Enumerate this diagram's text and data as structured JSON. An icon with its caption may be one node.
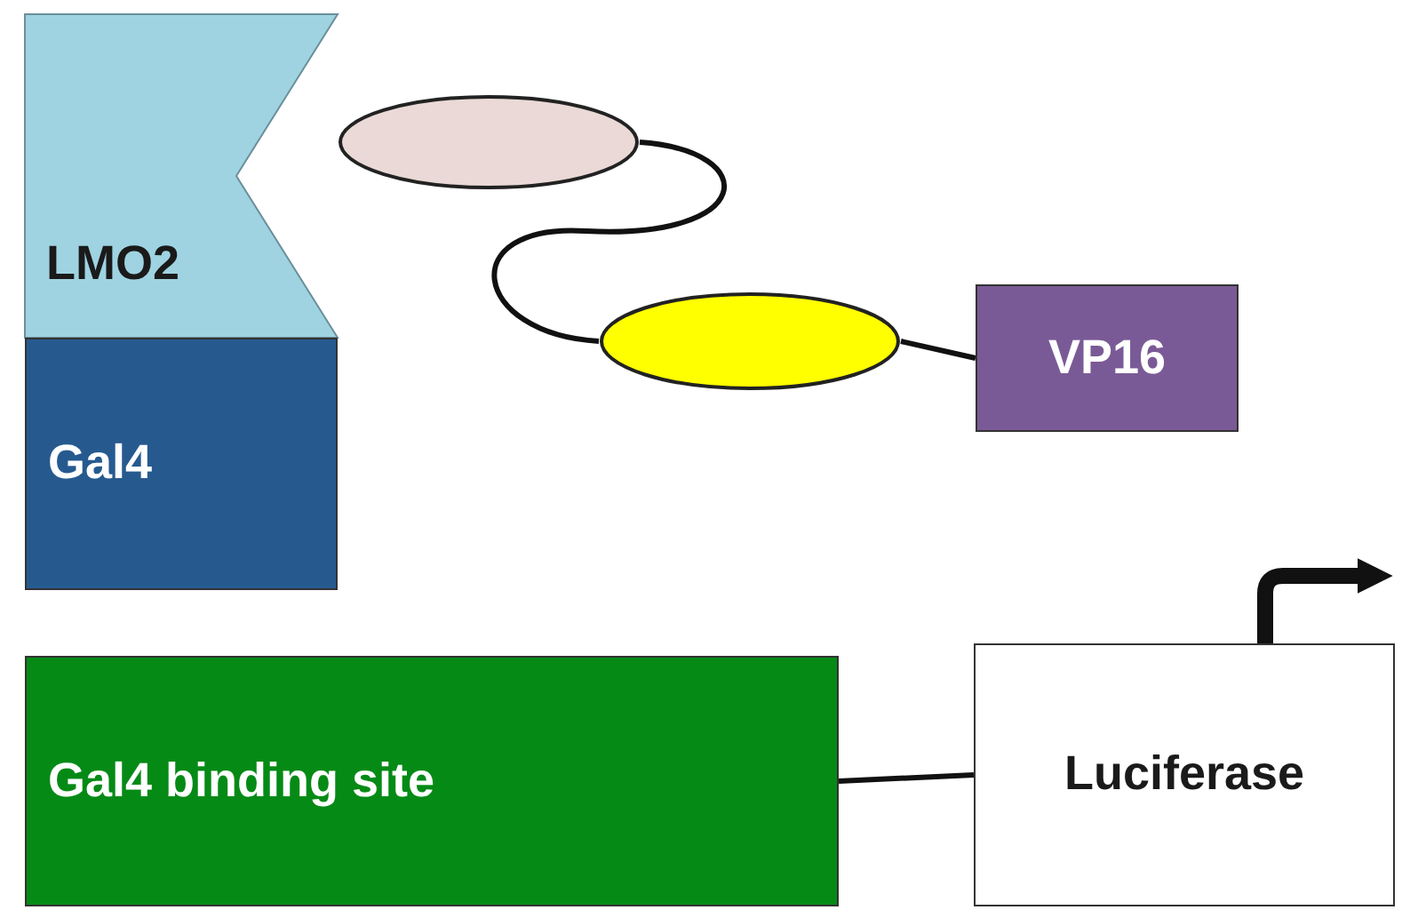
{
  "diagram": {
    "nodes": [
      {
        "text": [
          "LMO2"
        ]
      },
      {
        "text": [
          "Gal4"
        ]
      },
      {
        "text": [],
        "shape": "ellipse"
      },
      {
        "text": [],
        "shape": "ellipse"
      },
      {
        "text": [
          "VP16"
        ]
      },
      {
        "text": [
          "Gal4 binding site"
        ]
      },
      {
        "text": [
          "Luciferase"
        ]
      }
    ],
    "edges": [
      {
        "from": 2,
        "to": 3,
        "arrow": "none"
      },
      {
        "from": 3,
        "to": 4,
        "arrow": "none"
      },
      {
        "from": 5,
        "to": 6,
        "arrow": "none"
      },
      {
        "from": 6,
        "to": null,
        "arrow": "to",
        "style": "thick"
      }
    ]
  }
}
